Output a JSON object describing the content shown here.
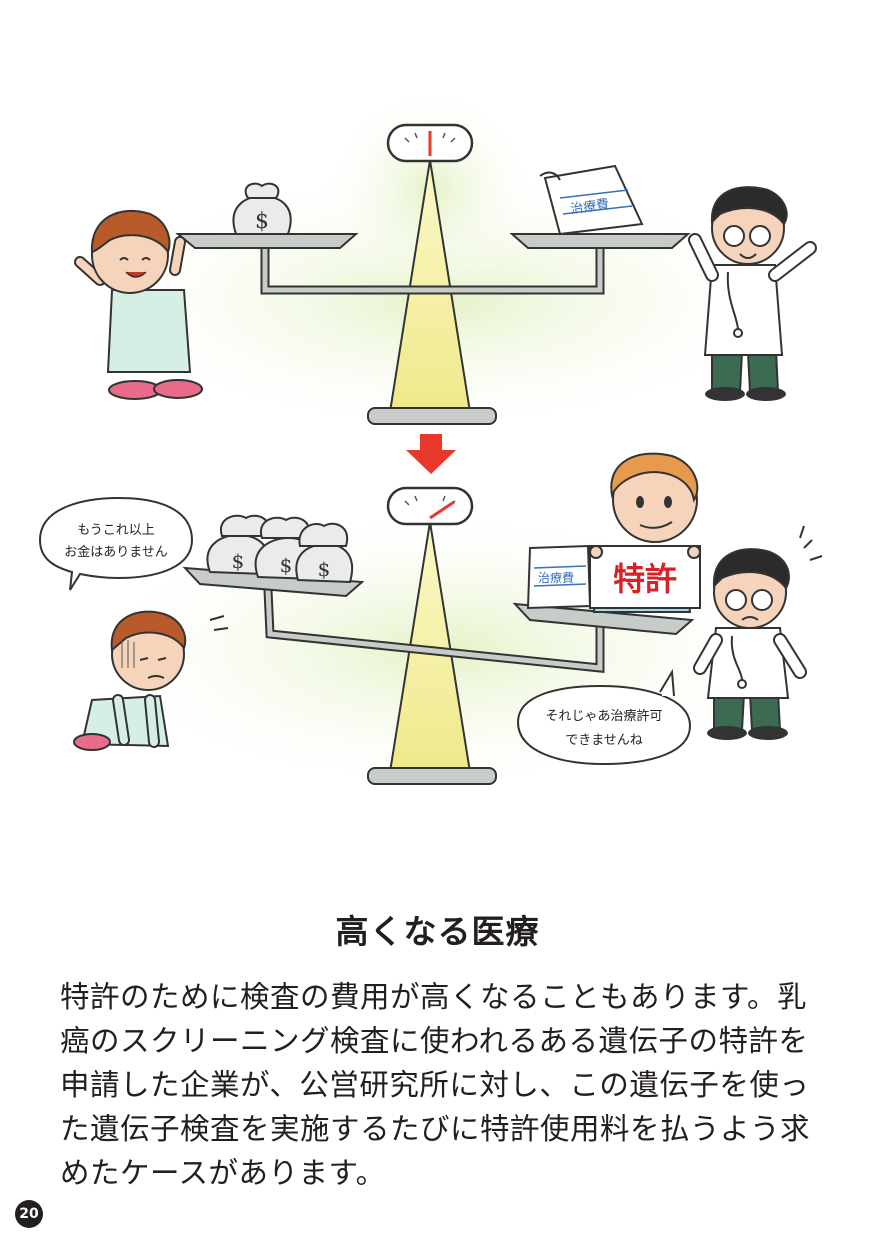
{
  "illustration": {
    "top_scene": {
      "document_label": "治療費"
    },
    "bottom_scene": {
      "patient_speech": [
        "もうこれ以上",
        "お金はありません"
      ],
      "doctor_speech": [
        "それじゃあ治療許可",
        "できませんね"
      ],
      "document_label": "治療費",
      "patent_sign": "特許"
    },
    "colors": {
      "scale_metal": "#c8ccc9",
      "scale_light": "#f4f0a8",
      "background_glow": "#e4f2c6",
      "arrow": "#e8382a",
      "gown": "#d6efe4",
      "skin": "#f6d4bc",
      "hair_brown": "#b85a2a",
      "coat": "#ffffff",
      "pants": "#3d6a52"
    }
  },
  "heading": "高くなる医療",
  "body": "特許のために検査の費用が高くなることもあります。乳癌のスクリーニング検査に使われるある遺伝子の特許を申請した企業が、公営研究所に対し、この遺伝子を使った遺伝子検査を実施するたびに特許使用料を払うよう求めたケースがあります。",
  "page_number": "20"
}
